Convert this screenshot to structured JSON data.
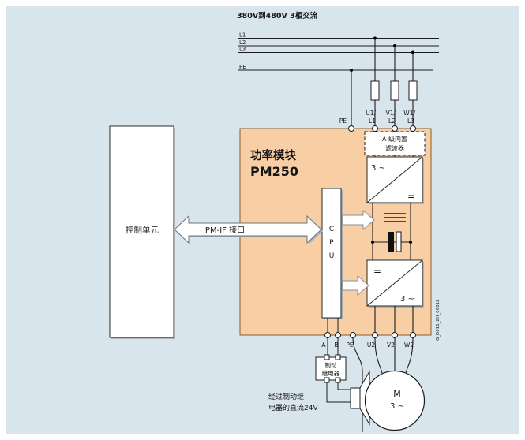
{
  "colors": {
    "background": "#ffffff",
    "panel": "#d9e5ec",
    "module_fill": "#f8cfa5",
    "module_border": "#8a5a28",
    "line": "#1c1c1c",
    "shadow": "#a8b2b8"
  },
  "supply_label": "380V到480V 3相交流",
  "bus": {
    "l1": "L1",
    "l2": "L2",
    "l3": "L3",
    "pe": "PE"
  },
  "input_terminals": {
    "pe": "PE",
    "u1_line1": "U1/",
    "u1_line2": "L1",
    "v1_line1": "V1/",
    "v1_line2": "L2",
    "w1_line1": "W1/",
    "w1_line2": "L3"
  },
  "power_module": {
    "title_line1": "功率模块",
    "title_line2": "PM250",
    "filter_line1": "A 级内置",
    "filter_line2": "滤波器",
    "rectifier": {
      "ac": "3 ~",
      "dc": "="
    },
    "inverter": {
      "dc": "=",
      "ac": "3 ~"
    },
    "cpu_letters": [
      "C",
      "P",
      "U"
    ],
    "doc_id": "G_D011_ZH_00012"
  },
  "control_unit_label": "控制单元",
  "pmif_label": "PM-IF 接口",
  "output_terminals": {
    "a": "A",
    "b": "B",
    "pe": "PE",
    "u2": "U2",
    "v2": "V2",
    "w2": "W2"
  },
  "brake_relay": {
    "line1": "制动",
    "line2": "继电器"
  },
  "dc24_caption": {
    "line1": "经过制动继",
    "line2": "电器的直流24V"
  },
  "motor": {
    "label": "M",
    "phase": "3 ~"
  }
}
